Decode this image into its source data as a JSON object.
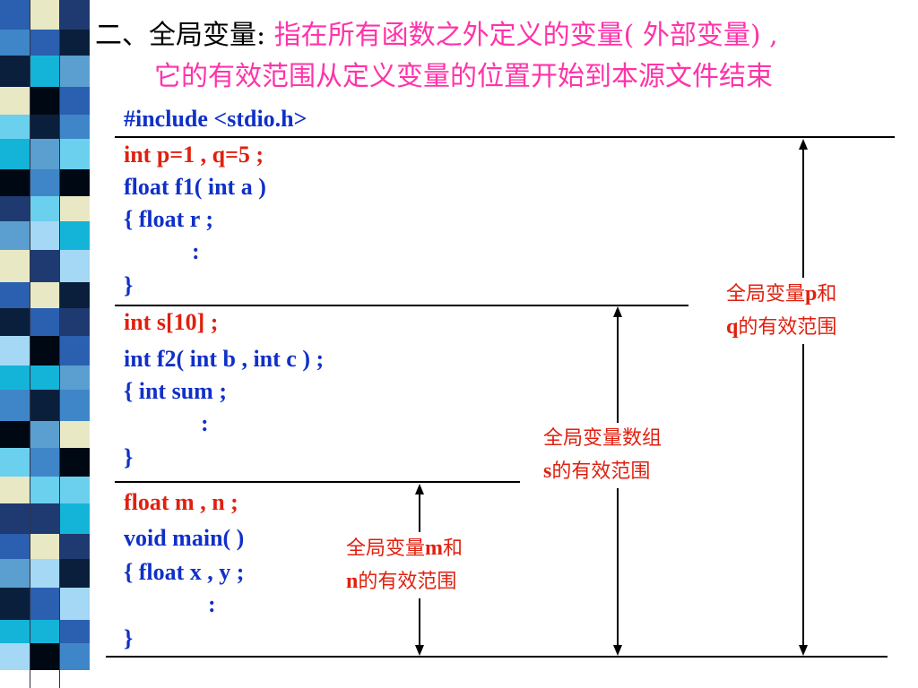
{
  "title": {
    "prefix": "二、全局变量:",
    "line1": "指在所有函数之外定义的变量( 外部变量) ,",
    "line2": "它的有效范围从定义变量的位置开始到本源文件结束"
  },
  "code": {
    "include": "#include <stdio.h>",
    "p_decl": "int p=1 , q=5 ;",
    "f1_sig": "float  f1( int  a )",
    "f1_open": "{  float  r ;",
    "f1_dots": ":",
    "f1_close": "}",
    "s_decl": "int  s[10] ;",
    "f2_sig": "int  f2( int  b , int  c ) ;",
    "f2_open": "{   int  sum ;",
    "f2_dots": ":",
    "f2_close": "}",
    "m_decl": "float m , n ;",
    "main_sig": "void main( )",
    "main_open": "{   float  x , y ;",
    "main_dots": ":",
    "main_close": "}"
  },
  "labels": {
    "pq": {
      "a": "全局变量",
      "b": "p",
      "c": "和",
      "d": "q",
      "e": "的有效范围"
    },
    "s": {
      "a": "全局变量数组",
      "b": "s",
      "c": "的有效范围"
    },
    "mn": {
      "a": "全局变量",
      "b": "m",
      "c": "和",
      "d": "n",
      "e": "的有效范围"
    }
  },
  "colors": {
    "code_blue": "#1030c8",
    "code_red": "#e0200f",
    "title_pink": "#ff33aa"
  }
}
